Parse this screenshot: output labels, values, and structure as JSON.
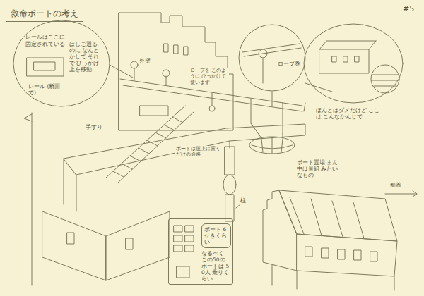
{
  "diagram": {
    "title": "救命ボートの考え",
    "nodes": [
      {
        "text": [
          "レールはここに固定されている",
          "はしご通るのに なんとかして それで ひっかけ上を移動",
          "レール (断面で)"
        ]
      },
      {
        "text": [
          "ロープ巻"
        ]
      },
      {
        "text": [
          "なるべく この50の ボートは 50人 乗りくらい"
        ]
      },
      {
        "text": [
          "ボート 6せきくらい"
        ],
        "in": 2
      }
    ],
    "labels": [
      "#5",
      "外壁",
      "ロープを このように ひっかけて 使います",
      "手すり",
      "ボートは屋上に置くだけの通路",
      "ボート置場 まん中は骨組 みたいなもの",
      "ほんとはダメだけど ここは こんなかんじで",
      "柱",
      "船首"
    ]
  }
}
